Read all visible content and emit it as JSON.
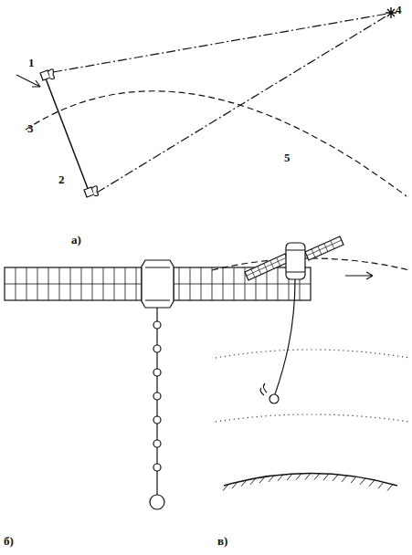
{
  "diagram": {
    "labels": [
      "1",
      "2",
      "3",
      "4",
      "5",
      "а)",
      "б)",
      "в)"
    ]
  }
}
